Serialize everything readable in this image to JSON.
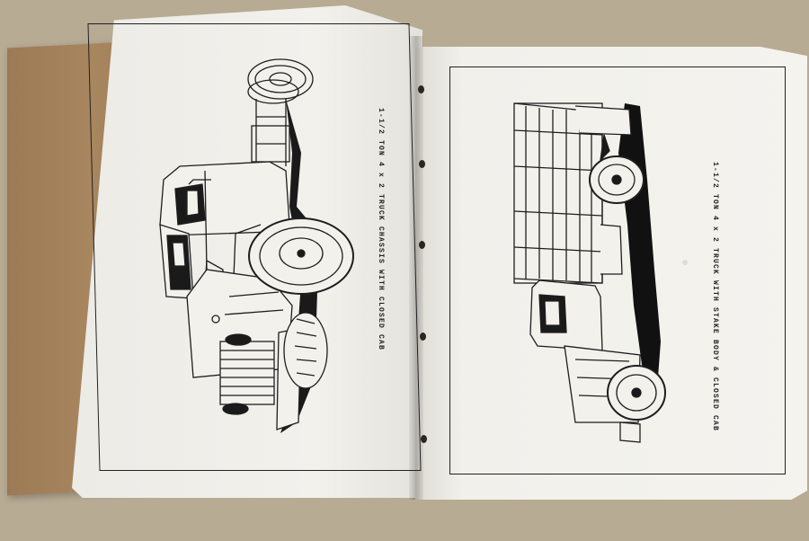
{
  "booklet": {
    "left_page": {
      "caption": "1-1/2 TON 4 x 2 TRUCK CHASSIS WITH CLOSED CAB",
      "illustration": "truck-chassis-closed-cab-line-drawing"
    },
    "right_page": {
      "caption": "1-1/2 TON 4 x 2 TRUCK WITH STAKE BODY & CLOSED CAB",
      "illustration": "truck-stake-body-closed-cab-line-drawing"
    }
  },
  "colors": {
    "table": "#b8ab94",
    "cardboard_backing": "#a8865f",
    "paper": "#f1f0eb",
    "ink": "#222222"
  }
}
